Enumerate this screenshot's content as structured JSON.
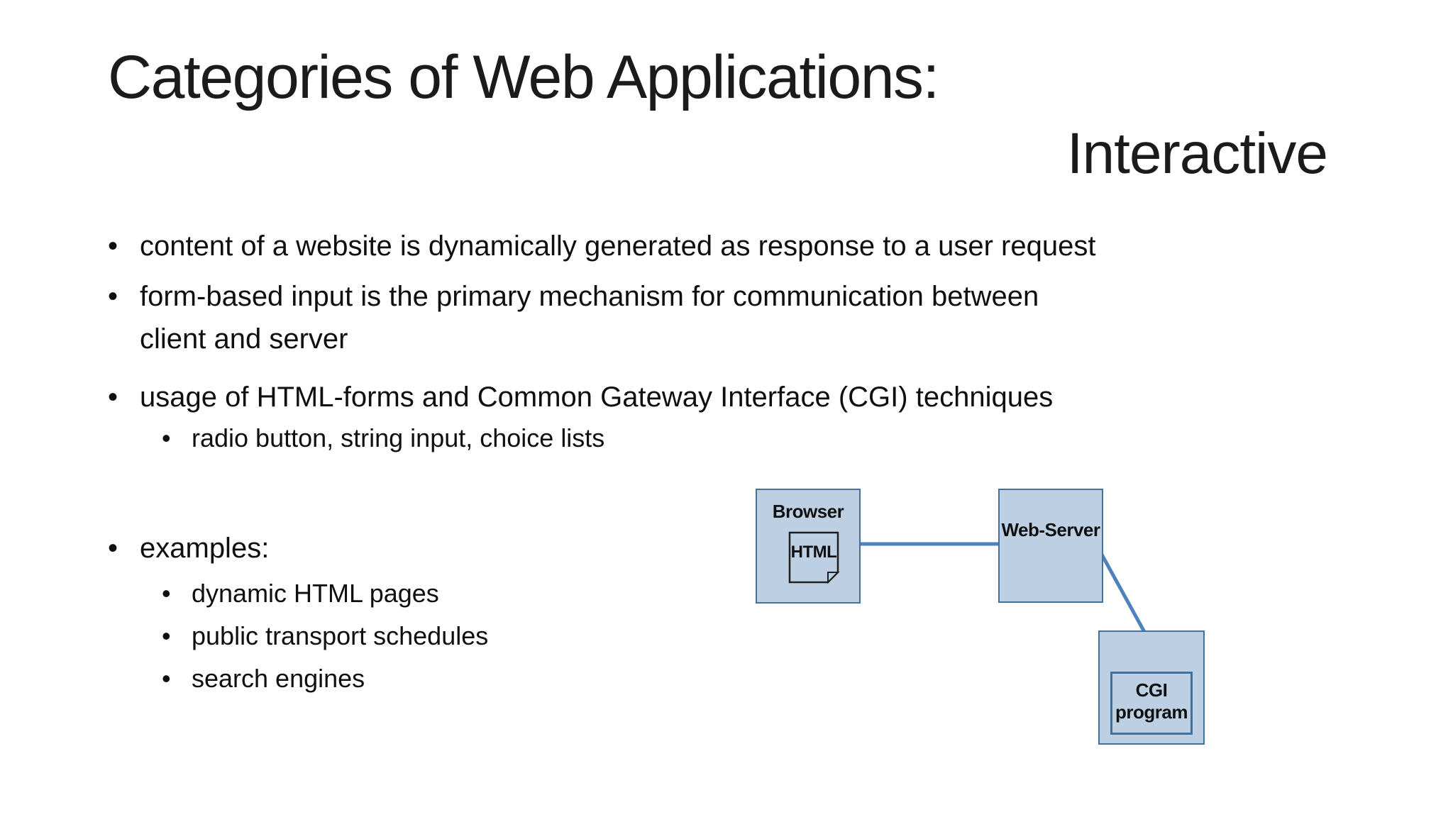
{
  "slide": {
    "title": "Categories of Web Applications:",
    "subtitle": "Interactive",
    "bullet_glyph": "•",
    "bullets": [
      {
        "level": 1,
        "lines": [
          "content of a website is dynamically generated as response to a user request"
        ]
      },
      {
        "level": 1,
        "lines": [
          "form-based input is the primary mechanism for communication between",
          "client and server"
        ]
      },
      {
        "level": 1,
        "lines": [
          "usage of HTML-forms and Common Gateway Interface (CGI) techniques"
        ]
      },
      {
        "level": 2,
        "lines": [
          "radio button, string input, choice lists"
        ]
      },
      {
        "level": 1,
        "lines": [
          "examples:"
        ]
      },
      {
        "level": 2,
        "lines": [
          "dynamic HTML pages"
        ]
      },
      {
        "level": 2,
        "lines": [
          "public transport schedules"
        ]
      },
      {
        "level": 2,
        "lines": [
          "search engines"
        ]
      }
    ]
  },
  "diagram": {
    "browser_label": "Browser",
    "html_doc_label": "HTML",
    "webserver_label": "Web-Server",
    "cgi_label": [
      "CGI",
      "program"
    ],
    "colors": {
      "box_fill": "#bdcfe2",
      "box_border": "#41719c",
      "connector": "#4f81bd",
      "doc_border": "#1f1f1f"
    }
  }
}
